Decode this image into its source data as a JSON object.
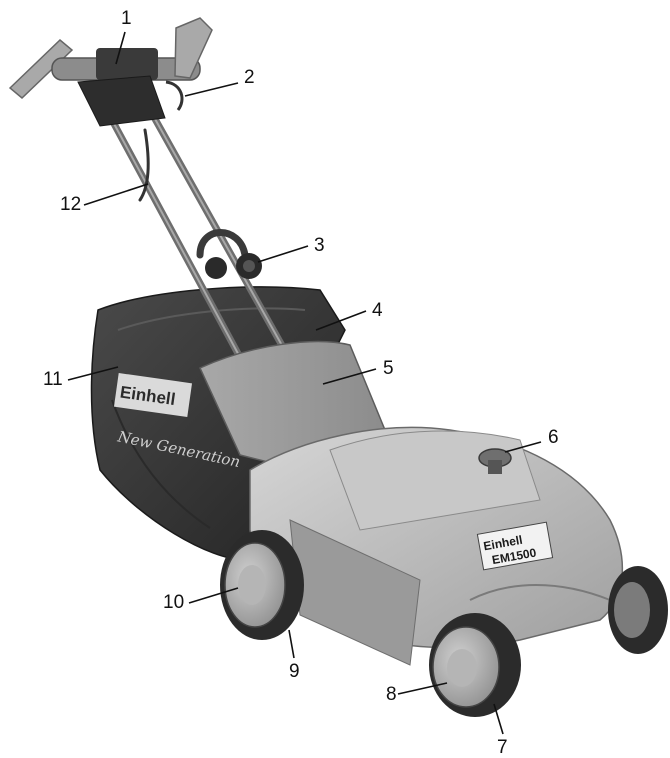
{
  "callouts": [
    "1",
    "2",
    "3",
    "4",
    "5",
    "6",
    "7",
    "8",
    "9",
    "10",
    "11",
    "12"
  ],
  "logos": {
    "bag_brand": "Einhell",
    "bag_script": "New Generation",
    "deck_brand": "Einhell",
    "deck_model": "EM1500"
  },
  "colors": {
    "body": "#bdbdbd",
    "dark": "#2e2e2e",
    "bag": "#3b3b3b",
    "handle": "#7a7a7a"
  }
}
